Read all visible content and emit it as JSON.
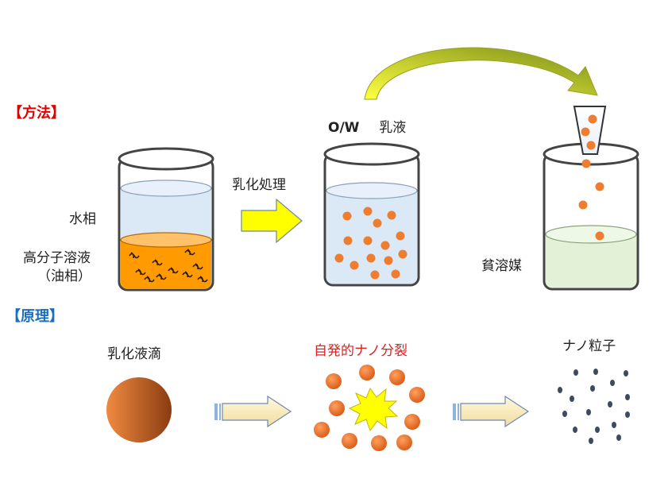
{
  "sections": {
    "method": "【方法】",
    "principle": "【原理】"
  },
  "method": {
    "water_phase": "水相",
    "polymer_solution": "高分子溶液",
    "oil_phase": "（油相）",
    "emulsify_step": "乳化処理",
    "ow_emulsion_prefix": "O/W",
    "ow_emulsion_label": "乳液",
    "poor_solvent": "貧溶媒"
  },
  "principle": {
    "emulsion_droplet": "乳化液滴",
    "spontaneous_split": "自発的ナノ分裂",
    "nanoparticle": "ナノ粒子"
  },
  "colors": {
    "section_method": "#e00000",
    "section_principle": "#1a6fc0",
    "split_text": "#e02020",
    "water": "#dbe8f5",
    "oil": "#ff9a00",
    "poor_solvent": "#e3f1d6",
    "droplet": "#ef7d30",
    "nanoparticle": "#3e4a60",
    "arrow_yellow": "#ffff00",
    "arrow_cream": "#fff4cc"
  },
  "icons": {
    "emulsify_arrow": "right-arrow-icon",
    "transfer_arrow": "curved-arrow-icon",
    "split_burst": "explosion-burst-icon"
  }
}
